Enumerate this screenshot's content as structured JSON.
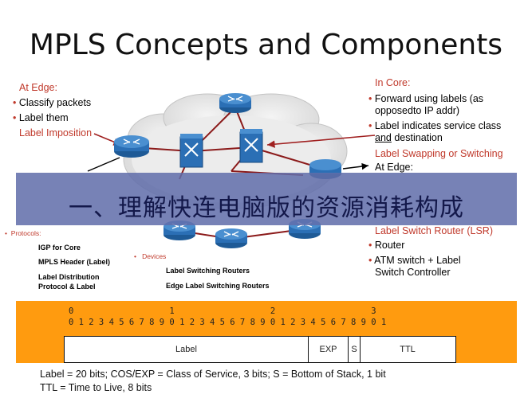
{
  "title": "MPLS Concepts and Components",
  "left_panel": {
    "heading": "At Edge:",
    "bullets": [
      "Classify packets",
      "Label them"
    ],
    "sub_label": "Label Imposition"
  },
  "right_panel": {
    "heading": "In Core:",
    "bullet1_line1": "Forward using labels (as",
    "bullet1_line2": "opposedto IP addr)",
    "bullet2_line1": "Label indicates service class",
    "bullet2_line2_u": "and",
    "bullet2_line2_rest": " destination",
    "sub_label": "Label Swapping or Switching",
    "edge_label": "At Edge:"
  },
  "banner_text": "一、理解快连电脑版的资源消耗构成",
  "protocols": {
    "heading": "Protocols:",
    "items": [
      "IGP for Core",
      "MPLS Header (Label)",
      "Label Distribution",
      "Protocol & Label"
    ]
  },
  "devices": {
    "heading": "Devices",
    "items": [
      "Label Switching Routers",
      "Edge Label Switching Routers"
    ]
  },
  "lsr": {
    "heading": "Label Switch Router (LSR)",
    "bullets": [
      "Router",
      "ATM switch + Label"
    ],
    "continuation": "Switch Controller"
  },
  "header_format": {
    "decade_row": "0                   1                   2                   3",
    "bit_row": "0 1 2 3 4 5 6 7 8 9 0 1 2 3 4 5 6 7 8 9 0 1 2 3 4 5 6 7 8 9 0 1",
    "fields": [
      "Label",
      "EXP",
      "S",
      "TTL"
    ]
  },
  "caption": {
    "line1": "Label = 20 bits; COS/EXP = Class of Service, 3 bits; S = Bottom of Stack, 1 bit",
    "line2": "TTL = Time to Live, 8 bits"
  },
  "colors": {
    "accent_red": "#c0392b",
    "router_blue": "#2b6fb5",
    "banner": "#616eaa",
    "header_orange": "#ff9b0f"
  }
}
